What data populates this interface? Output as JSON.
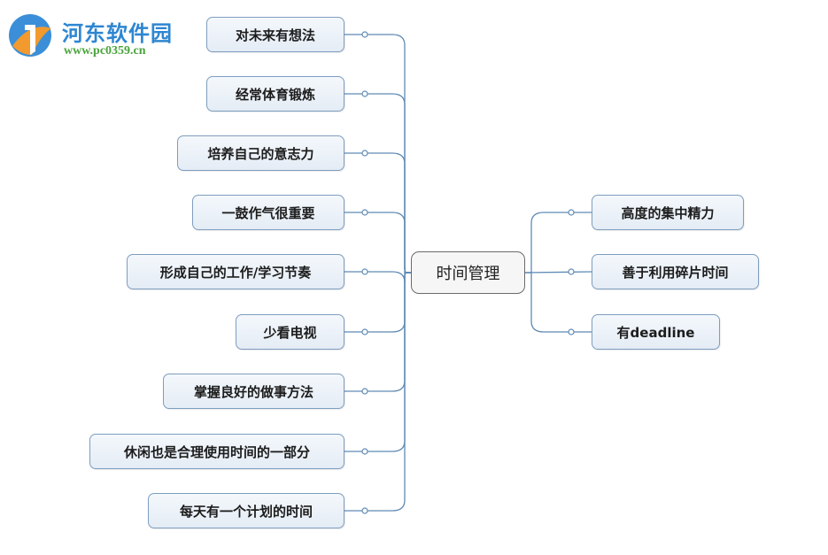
{
  "watermark": {
    "title": "河东软件园",
    "url": "www.pc0359.cn"
  },
  "colors": {
    "connector": "#5f8ab5",
    "node_border": "#7e9dbf",
    "center_border": "#6a6a6a"
  },
  "center": {
    "label": "时间管理"
  },
  "left_nodes": [
    {
      "label": "对未来有想法"
    },
    {
      "label": "经常体育锻炼"
    },
    {
      "label": "培养自己的意志力"
    },
    {
      "label": "一鼓作气很重要"
    },
    {
      "label": "形成自己的工作/学习节奏"
    },
    {
      "label": "少看电视"
    },
    {
      "label": "掌握良好的做事方法"
    },
    {
      "label": "休闲也是合理使用时间的一部分"
    },
    {
      "label": "每天有一个计划的时间"
    }
  ],
  "right_nodes": [
    {
      "label": "高度的集中精力"
    },
    {
      "label": "善于利用碎片时间"
    },
    {
      "label": "有deadline"
    }
  ]
}
